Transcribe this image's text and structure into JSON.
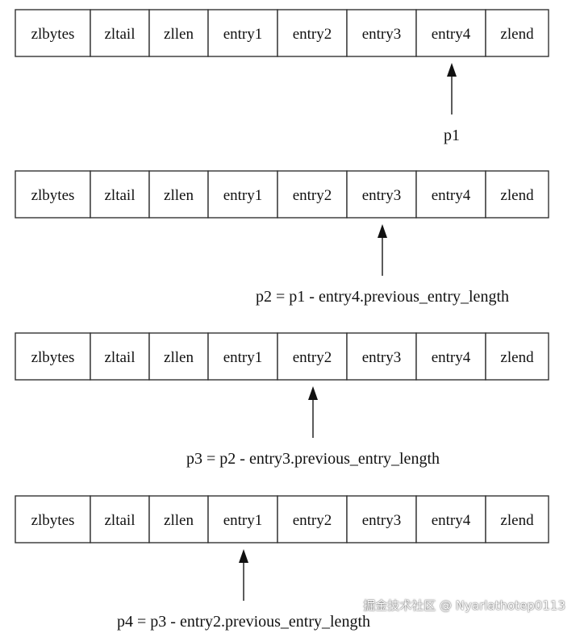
{
  "diagram": {
    "rows": [
      {
        "cells": [
          "zlbytes",
          "zltail",
          "zllen",
          "entry1",
          "entry2",
          "entry3",
          "entry4",
          "zlend"
        ],
        "pointer_index": 6,
        "pointer_label": "p1"
      },
      {
        "cells": [
          "zlbytes",
          "zltail",
          "zllen",
          "entry1",
          "entry2",
          "entry3",
          "entry4",
          "zlend"
        ],
        "pointer_index": 5,
        "pointer_label": "p2 = p1 - entry4.previous_entry_length"
      },
      {
        "cells": [
          "zlbytes",
          "zltail",
          "zllen",
          "entry1",
          "entry2",
          "entry3",
          "entry4",
          "zlend"
        ],
        "pointer_index": 4,
        "pointer_label": "p3 = p2 - entry3.previous_entry_length"
      },
      {
        "cells": [
          "zlbytes",
          "zltail",
          "zllen",
          "entry1",
          "entry2",
          "entry3",
          "entry4",
          "zlend"
        ],
        "pointer_index": 3,
        "pointer_label": "p4 = p3 - entry2.previous_entry_length"
      }
    ]
  },
  "watermark": "掘金技术社区 @ Nyarlathotep0113",
  "colors": {
    "stroke": "#333333",
    "text": "#111111",
    "background": "#ffffff"
  }
}
